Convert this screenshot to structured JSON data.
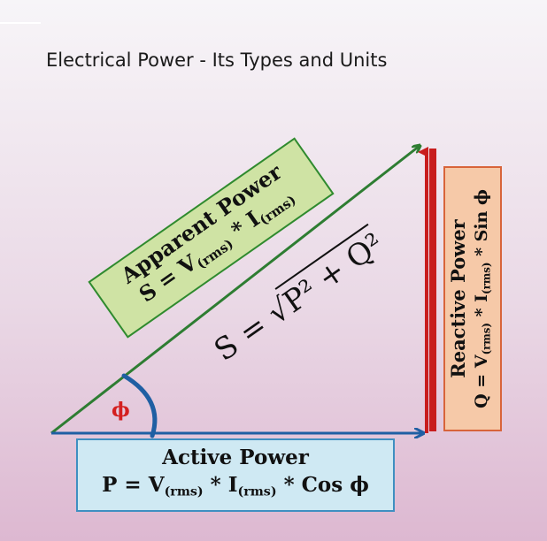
{
  "title": "Electrical Power - Its Types and Units",
  "apparent": {
    "label": "Apparent Power",
    "formula_lhs": "S = V",
    "formula_sub1": "(rms)",
    "formula_mid": " * I",
    "formula_sub2": "(rms)"
  },
  "active": {
    "label": "Active Power",
    "formula_lhs": "P = V",
    "formula_sub1": "(rms)",
    "formula_mid": " * I",
    "formula_sub2": "(rms)",
    "formula_tail": " * Cos ϕ"
  },
  "reactive": {
    "label": "Reactive Power",
    "formula_lhs": "Q = V",
    "formula_sub1": "(rms)",
    "formula_mid": " * I",
    "formula_sub2": "(rms)",
    "formula_tail": " * Sin ϕ"
  },
  "angle_symbol": "ϕ",
  "magnitude": {
    "lhs": "S = ",
    "radical": "√",
    "radicand": "P² + Q²"
  },
  "colors": {
    "arrow": "#2e7d32",
    "blue_arrow": "#1f5fa3",
    "red_bar": "#c81d1d",
    "angle_arc": "#1f5fa3",
    "angle_label": "#d42020"
  }
}
